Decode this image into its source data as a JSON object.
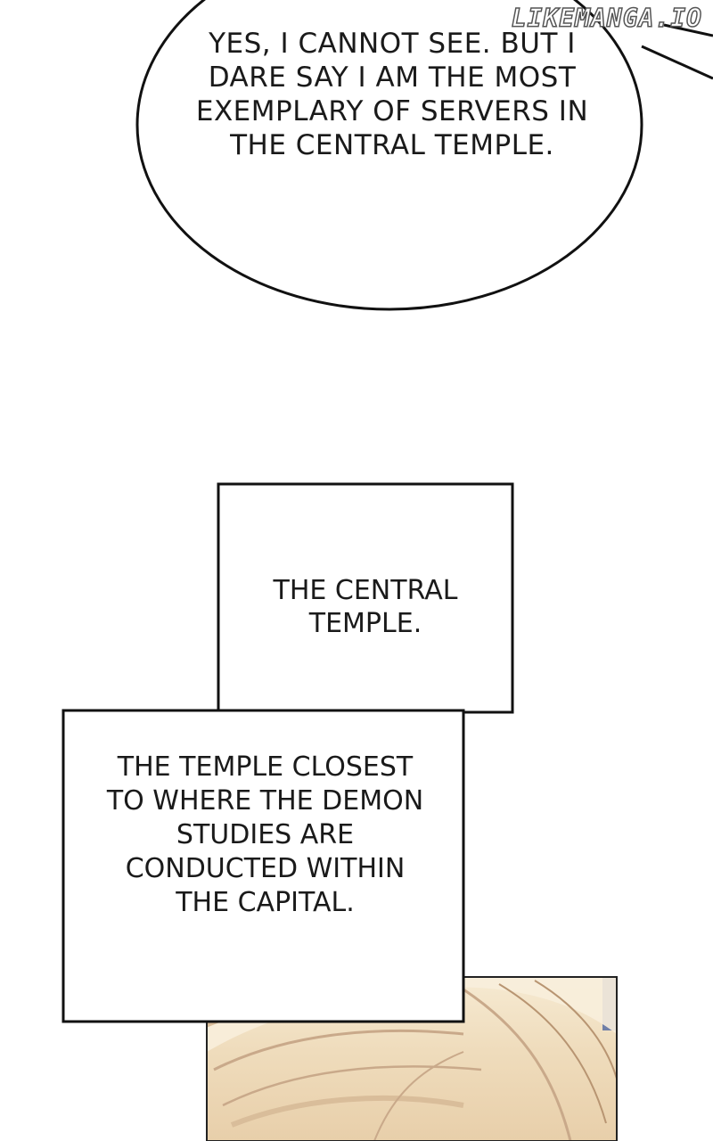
{
  "watermark": "LIKEMANGA.IO",
  "speech_bubble": {
    "text": "YES, I CANNOT SEE. BUT I DARE SAY I AM THE MOST EXEMPLARY OF SERVERS IN THE CENTRAL TEMPLE."
  },
  "captions": [
    {
      "text": "THE CENTRAL TEMPLE."
    },
    {
      "text": "THE TEMPLE CLOSEST TO WHERE THE DEMON STUDIES ARE CONDUCTED WITHIN THE CAPITAL."
    }
  ],
  "colors": {
    "background": "#ffffff",
    "ink": "#1a1a1a",
    "hair_light": "#f1e2c4",
    "hair_shadow": "#c9a98a",
    "sky": "#6f7fa8"
  },
  "illustration": {
    "subject": "hair-artwork"
  }
}
